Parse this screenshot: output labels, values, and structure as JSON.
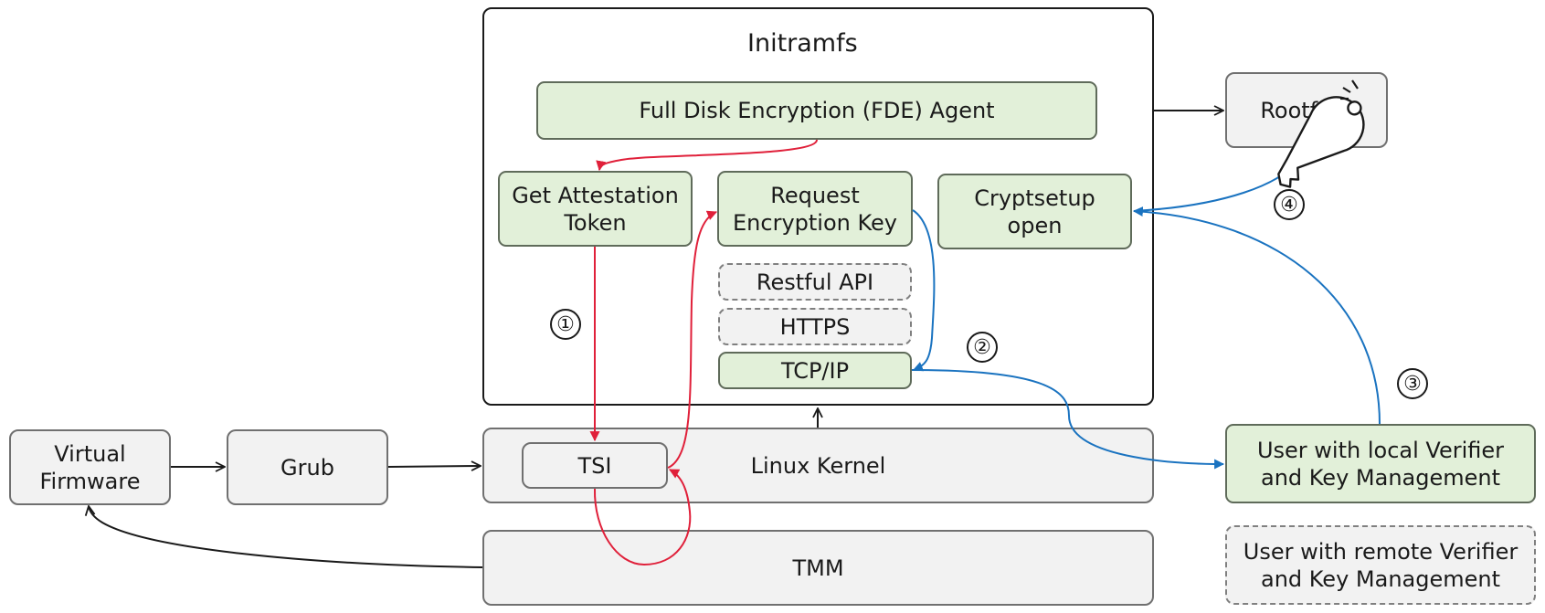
{
  "initramfs": {
    "title": "Initramfs",
    "fde_agent": "Full Disk Encryption (FDE) Agent",
    "get_attestation_token": [
      "Get Attestation",
      "Token"
    ],
    "request_encryption_key": [
      "Request",
      "Encryption Key"
    ],
    "cryptsetup_open": [
      "Cryptsetup",
      "open"
    ],
    "restful_api": "Restful API",
    "https": "HTTPS",
    "tcp_ip": "TCP/IP"
  },
  "rootfs": "Rootfs",
  "virtual_firmware": [
    "Virtual",
    "Firmware"
  ],
  "grub": "Grub",
  "linux_kernel": "Linux Kernel",
  "tsi": "TSI",
  "tmm": "TMM",
  "local_verifier": [
    "User with local Verifier",
    "and Key Management"
  ],
  "remote_verifier": [
    "User with remote Verifier",
    "and Key Management"
  ],
  "steps": [
    "①",
    "②",
    "③",
    "④"
  ],
  "colors": {
    "red": "#e0203a",
    "blue": "#1a73c0",
    "green_fill": "#e2f0d9",
    "gray_fill": "#f2f2f2"
  }
}
